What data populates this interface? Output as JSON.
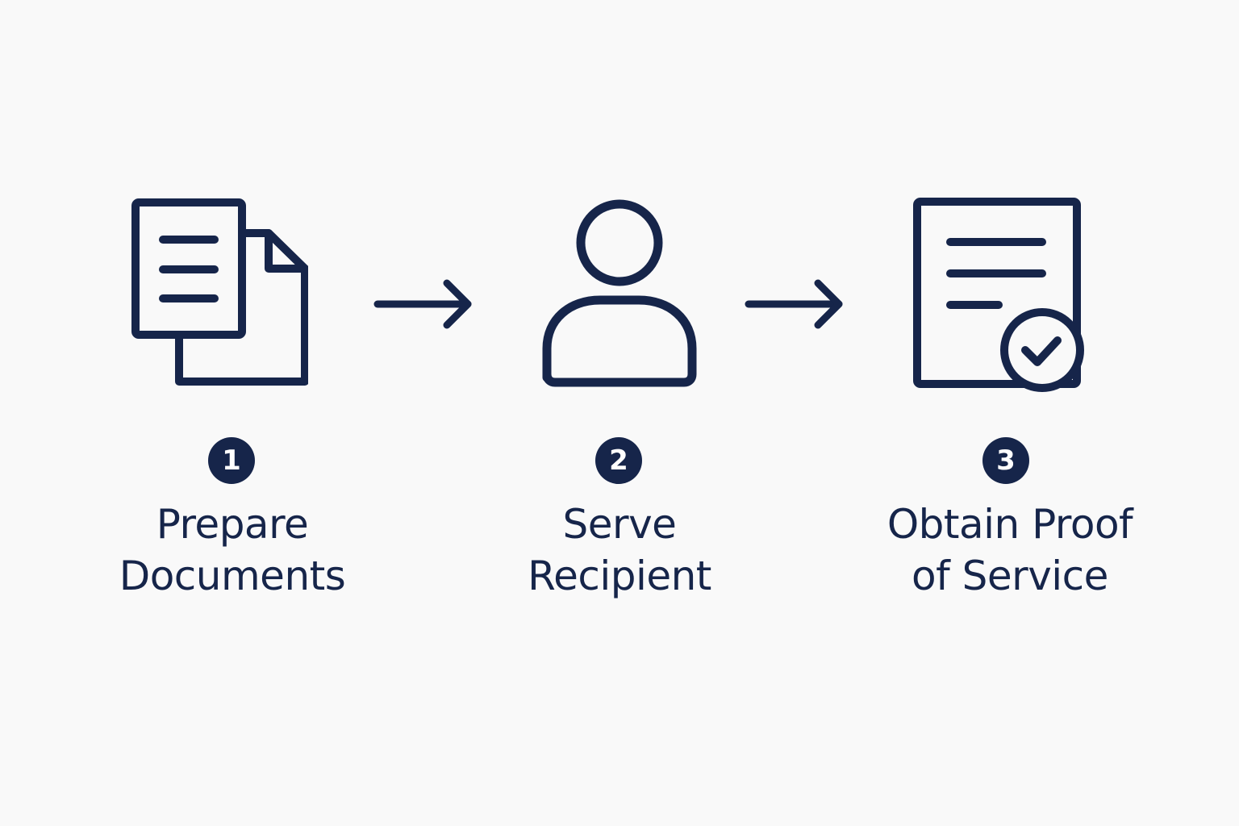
{
  "colors": {
    "background": "#f9f9f9",
    "ink": "#16254a",
    "badge_text": "#ffffff"
  },
  "steps": [
    {
      "number": "1",
      "label_line1": "Prepare",
      "label_line2": "Documents",
      "icon": "documents-icon"
    },
    {
      "number": "2",
      "label_line1": "Serve",
      "label_line2": "Recipient",
      "icon": "person-icon"
    },
    {
      "number": "3",
      "label_line1": "Obtain Proof",
      "label_line2": "of Service",
      "icon": "document-check-icon"
    }
  ],
  "connectors": [
    {
      "from": "1",
      "to": "2",
      "icon": "arrow-right-icon"
    },
    {
      "from": "2",
      "to": "3",
      "icon": "arrow-right-icon"
    }
  ]
}
